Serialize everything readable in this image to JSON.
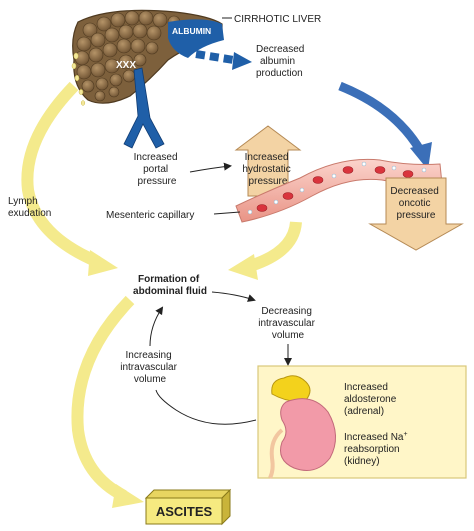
{
  "labels": {
    "albumin": "ALBUMIN",
    "cirrhotic_liver": "CIRRHOTIC LIVER",
    "xxx": "XXX",
    "decreased_albumin": [
      "Decreased",
      "albumin",
      "production"
    ],
    "increased_portal": [
      "Increased",
      "portal",
      "pressure"
    ],
    "increased_hydrostatic": [
      "Increased",
      "hydrostatic",
      "pressure"
    ],
    "decreased_oncotic": [
      "Decreased",
      "oncotic",
      "pressure"
    ],
    "mesenteric_capillary": "Mesenteric capillary",
    "lymph_exudation": [
      "Lymph",
      "exudation"
    ],
    "formation": [
      "Formation of",
      "abdominal fluid"
    ],
    "decreasing_volume": [
      "Decreasing",
      "intravascular",
      "volume"
    ],
    "increasing_volume": [
      "Increasing",
      "intravascular",
      "volume"
    ],
    "increased_aldosterone": [
      "Increased",
      "aldosterone",
      "(adrenal)"
    ],
    "increased_na_main": "Increased Na",
    "increased_na_sup": "+",
    "increased_na_rest": [
      "reabsorption",
      "(kidney)"
    ],
    "ascites": "ASCITES"
  },
  "colors": {
    "liver": "#8a6b43",
    "liver_dark": "#5c4426",
    "vessel_blue": "#1f5fa8",
    "arrow_yellow": "#f4ea8c",
    "arrow_orange": "#f3d3a4",
    "capillary": "#f2b0a6",
    "rbc": "#d9343d",
    "box_fill": "#fff6c8",
    "kidney": "#f29aa8",
    "adrenal": "#f3d21c"
  }
}
